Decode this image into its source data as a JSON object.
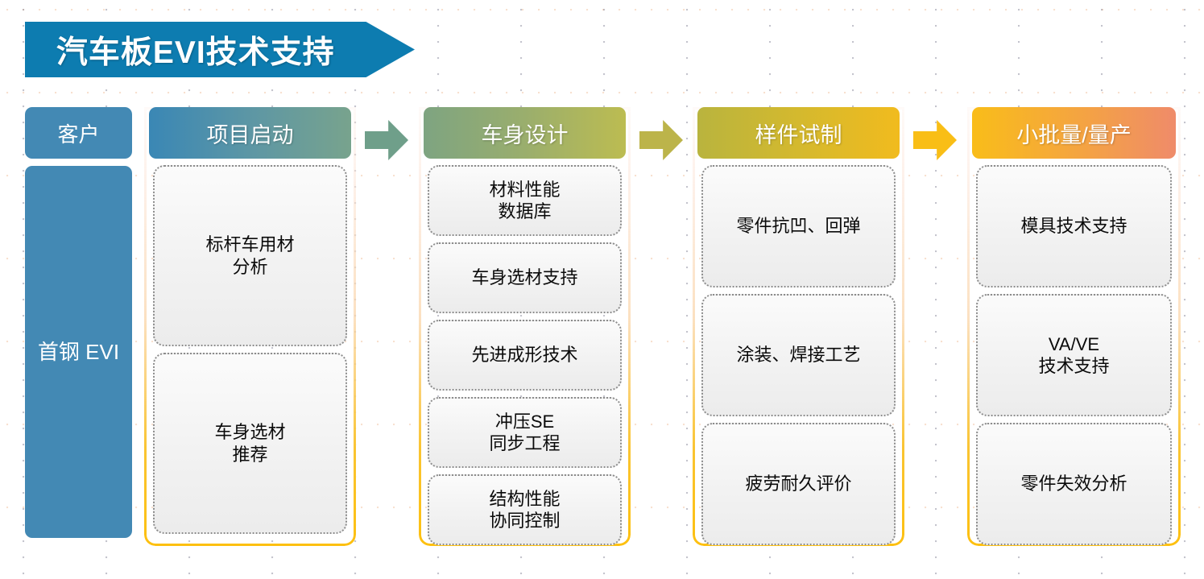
{
  "title": {
    "text": "汽车板EVI技术支持",
    "banner_color": "#0d7cb0"
  },
  "customer_column": {
    "header_label": "客户",
    "body_label": "首钢\nEVI",
    "color": "#4389b4"
  },
  "arrows": [
    {
      "name": "arrow-stage1-to-stage2",
      "color": "#6f9f8a"
    },
    {
      "name": "arrow-stage2-to-stage3",
      "color": "#bcb44a"
    },
    {
      "name": "arrow-stage3-to-stage4",
      "color": "#f9be16"
    }
  ],
  "stages": [
    {
      "header": "项目启动",
      "header_gradient": [
        "#3a87b5",
        "#78a38d"
      ],
      "items": [
        "标杆车用材\n分析",
        "车身选材\n推荐"
      ]
    },
    {
      "header": "车身设计",
      "header_gradient": [
        "#7ea481",
        "#bcbc51"
      ],
      "items": [
        "材料性能\n数据库",
        "车身选材支持",
        "先进成形技术",
        "冲压SE\n同步工程",
        "结构性能\n协同控制"
      ]
    },
    {
      "header": "样件试制",
      "header_gradient": [
        "#b9b43e",
        "#f1bb1e"
      ],
      "items": [
        "零件抗凹、回弹",
        "涂装、焊接工艺",
        "疲劳耐久评价"
      ]
    },
    {
      "header": "小批量/量产",
      "header_gradient": [
        "#f9bd19",
        "#ef8b6a"
      ],
      "items": [
        "模具技术支持",
        "VA/VE\n技术支持",
        "零件失效分析"
      ]
    }
  ],
  "container_border_color": "#fac431"
}
